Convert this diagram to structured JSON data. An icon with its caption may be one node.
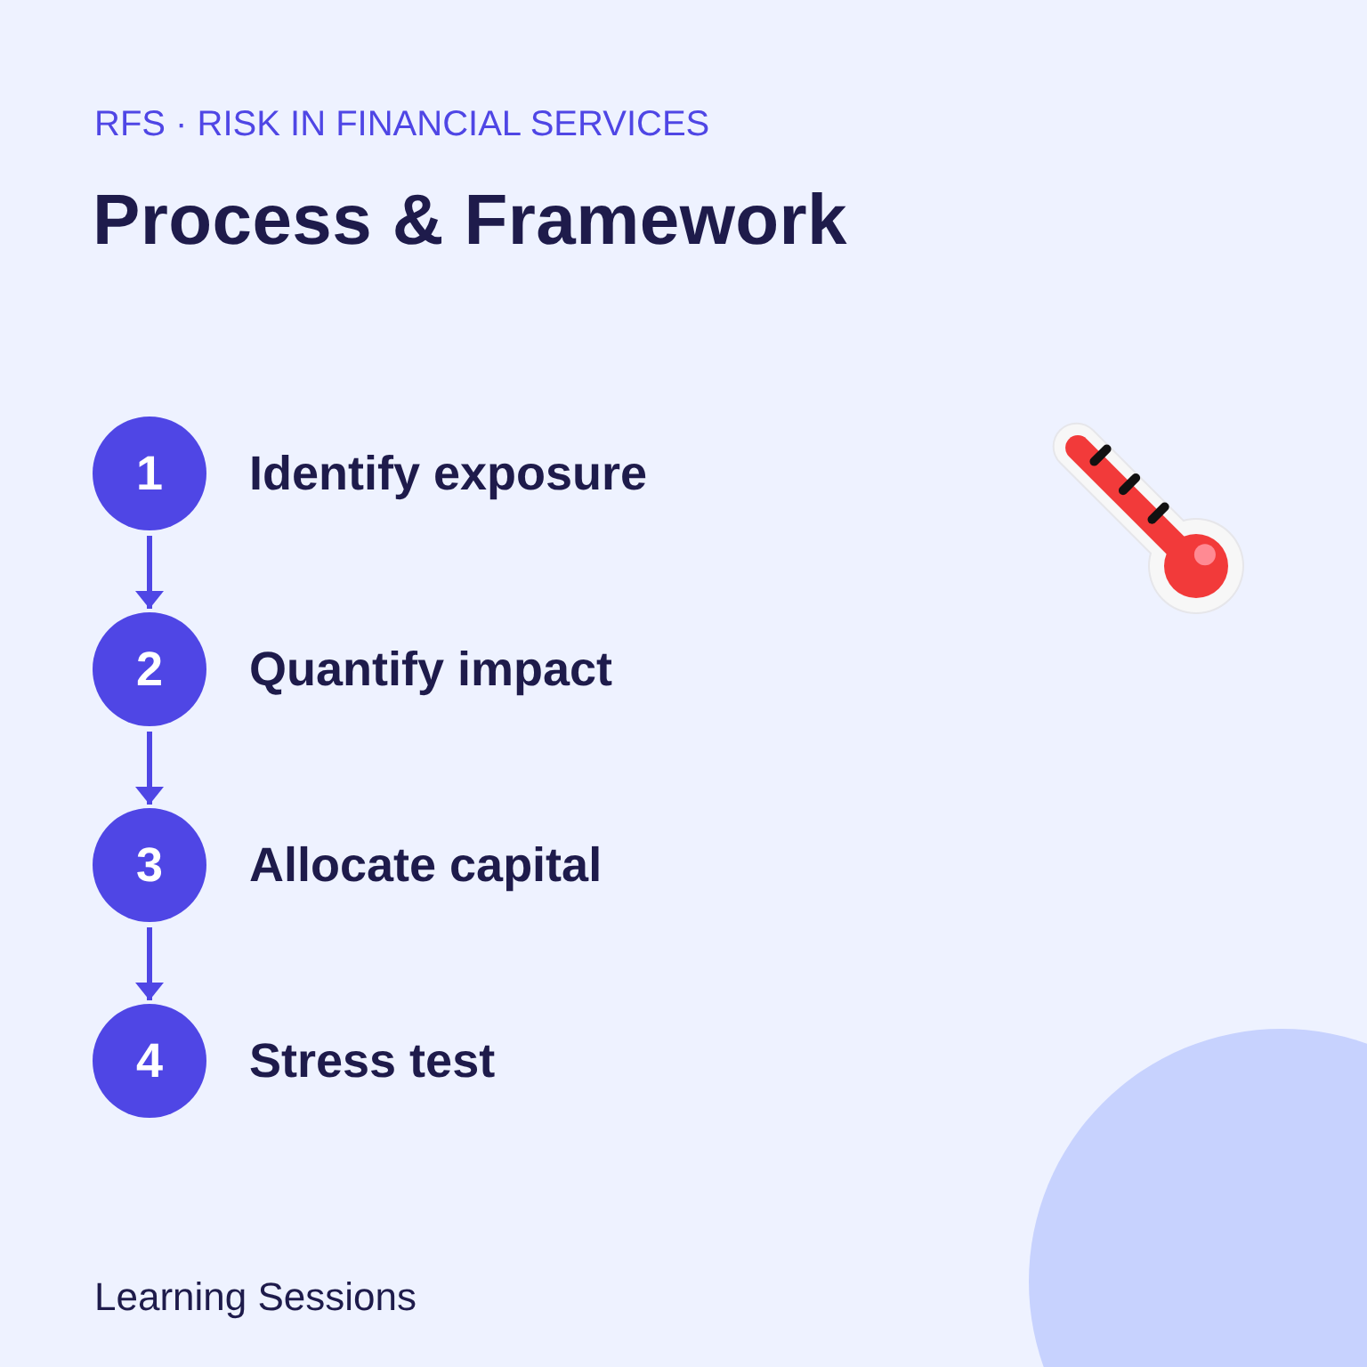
{
  "diagram": {
    "title": "Process & Framework",
    "nodes": [
      {
        "text": [
          "1"
        ],
        "beside": [
          "Identify exposure"
        ]
      },
      {
        "text": [
          "2"
        ],
        "beside": [
          "Quantify impact"
        ]
      },
      {
        "text": [
          "3"
        ],
        "beside": [
          "Allocate capital"
        ]
      },
      {
        "text": [
          "4"
        ],
        "beside": [
          "Stress test"
        ]
      }
    ],
    "edges": [
      {
        "from": 0,
        "to": 1,
        "arrow": "to"
      },
      {
        "from": 1,
        "to": 2,
        "arrow": "to"
      },
      {
        "from": 2,
        "to": 3,
        "arrow": "to"
      }
    ],
    "labels": [
      "RFS · RISK IN FINANCIAL SERVICES",
      "Learning Sessions"
    ]
  }
}
